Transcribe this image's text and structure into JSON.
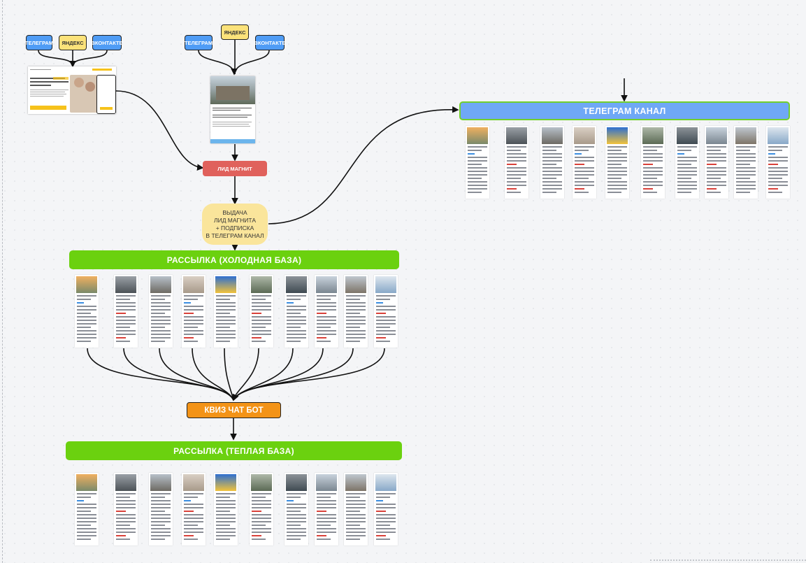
{
  "sources_left": [
    "ТЕЛЕГРАМ",
    "ЯНДЕКС",
    "ВКОНТАКТЕ"
  ],
  "sources_right": [
    "ТЕЛЕГРАМ",
    "ЯНДЕКС",
    "ВКОНТАКТЕ"
  ],
  "lead_magnet": "ЛИД МАГНИТ",
  "issue": [
    "ВЫДАЧА",
    "ЛИД МАГНИТА",
    "+ ПОДПИСКА",
    "В ТЕЛЕГРАМ КАНАЛ"
  ],
  "telegram_channel": "ТЕЛЕГРАМ КАНАЛ",
  "cold_mailing": "РАССЫЛКА (ХОЛОДНАЯ БАЗА)",
  "quiz_bot": "КВИЗ ЧАТ БОТ",
  "warm_mailing": "РАССЫЛКА (ТЕПЛАЯ БАЗА)",
  "colors": {
    "blue": "#4f9cf5",
    "yellow": "#fbe27a",
    "green": "#6bd10f",
    "red": "#e0615c",
    "orange": "#f39317",
    "tg_bar": "#6fa8f6"
  }
}
